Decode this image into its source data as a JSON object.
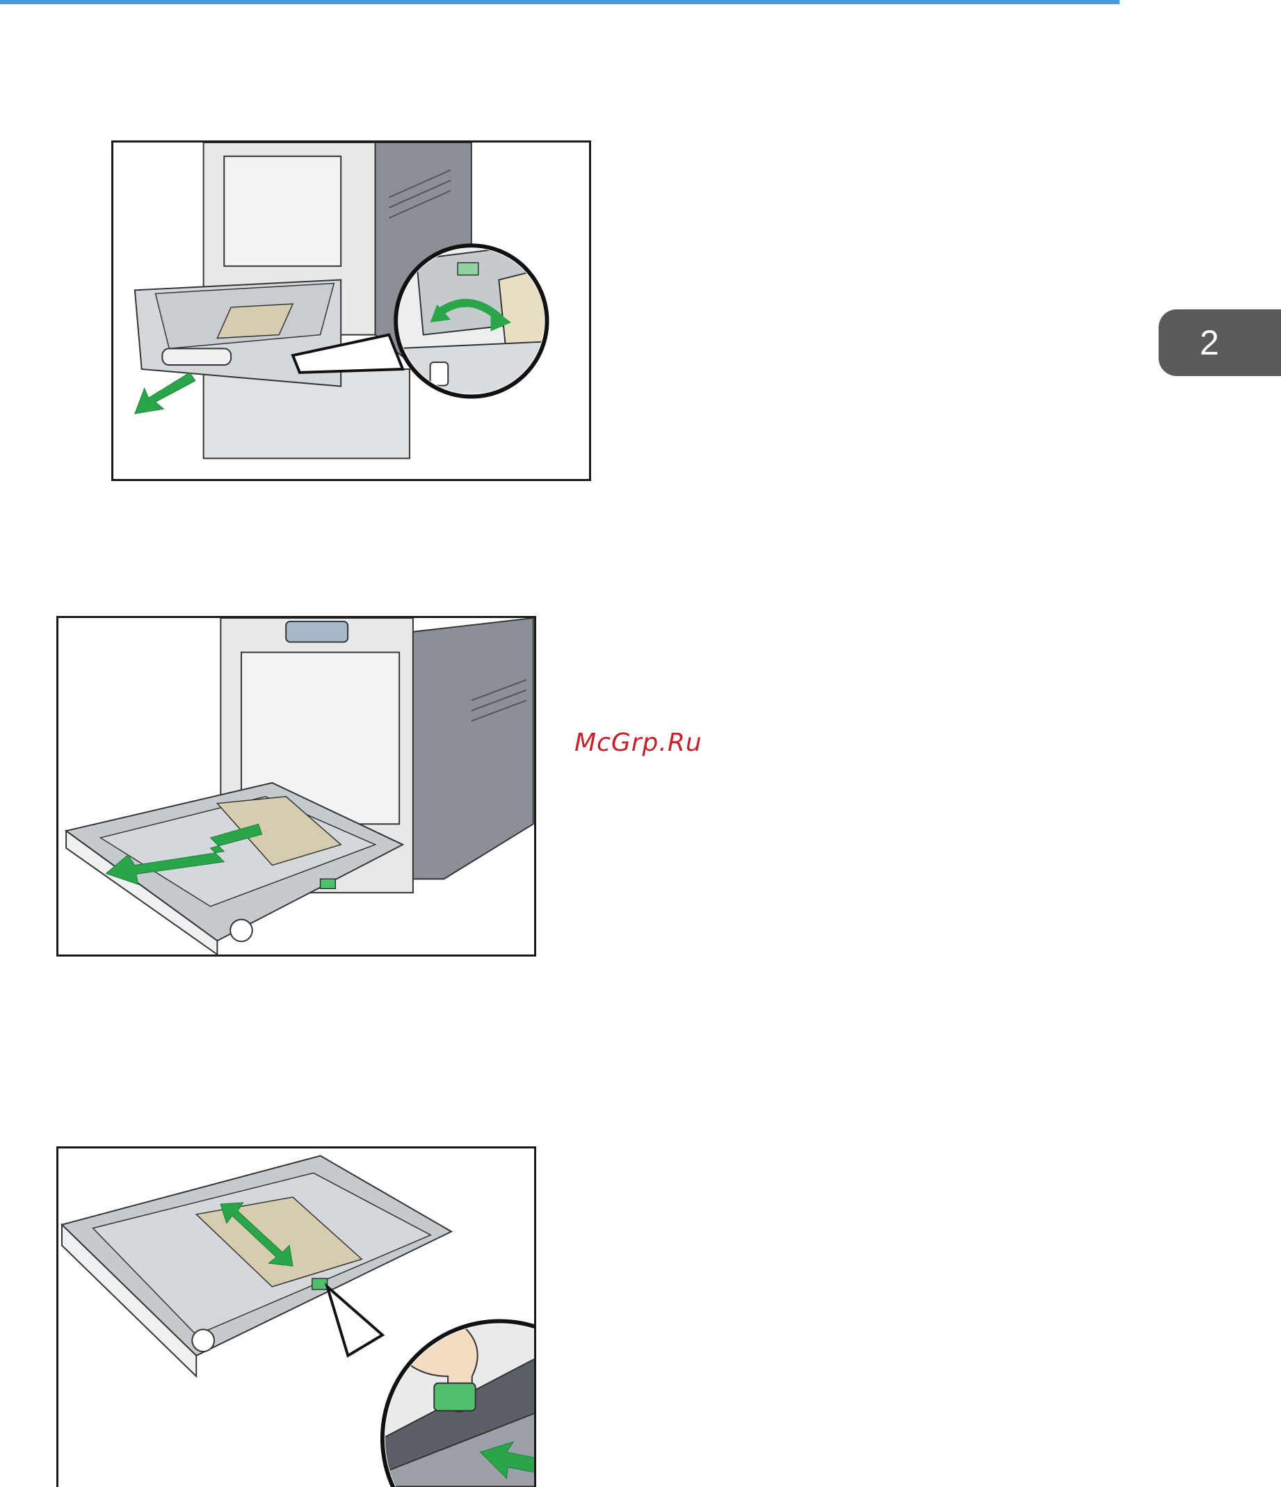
{
  "page": {
    "chapter_number": "2",
    "watermark_text": "McGrp.Ru",
    "accent_color": "#4a9bd8",
    "tab_color": "#5a5a5a",
    "arrow_color": "#2aa54a"
  },
  "figures": [
    {
      "subject": "printer-tray-pull-out",
      "icons": [
        "arrow-out-icon",
        "zoom-callout",
        "rotate-arrow-icon"
      ]
    },
    {
      "subject": "tray-extend-slide",
      "icons": [
        "zigzag-arrow-icon"
      ]
    },
    {
      "subject": "side-guide-adjust",
      "icons": [
        "double-arrow-icon",
        "hand-icon",
        "push-arrow-icon"
      ]
    }
  ]
}
